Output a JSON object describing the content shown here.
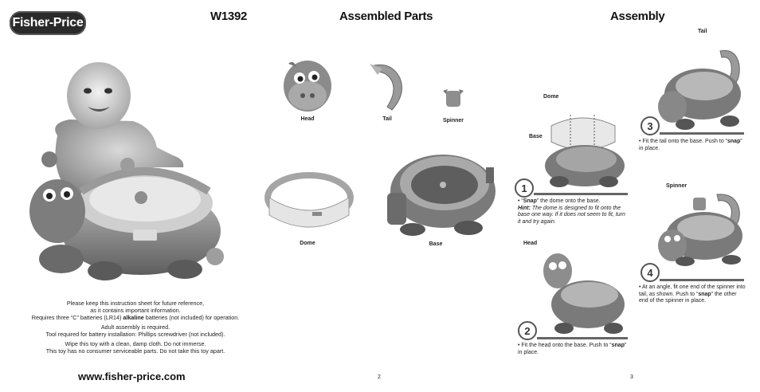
{
  "header": {
    "logo_text": "Fisher-Price",
    "model": "W1392",
    "assembled_parts_title": "Assembled Parts",
    "assembly_title": "Assembly"
  },
  "parts": {
    "head": "Head",
    "tail": "Tail",
    "spinner": "Spinner",
    "dome": "Dome",
    "base": "Base"
  },
  "notes": {
    "line1": "Please keep this instruction sheet for future reference,",
    "line2": "as it contains important information.",
    "line3_pre": "Requires three “C” batteries (LR14) ",
    "line3_bold": "alkaline",
    "line3_post": " batteries (not included) for operation.",
    "line4": "Adult assembly is required.",
    "line5": "Tool required for battery installation:  Phillips screwdriver (not included).",
    "line6": "Wipe this toy with a clean, damp cloth. Do not immerse.",
    "line7": "This toy has no consumer serviceable parts. Do not take this toy apart."
  },
  "steps": {
    "s1": {
      "num": "1",
      "label_dome": "Dome",
      "label_base": "Base",
      "text_bullet": "• “",
      "text_bold": "Snap",
      "text_rest": "” the dome onto the base.",
      "hint_label": "Hint:",
      "hint_text": " The dome is designed to fit onto the base one way. If it does not seem to fit, turn it and try again."
    },
    "s2": {
      "num": "2",
      "label_head": "Head",
      "text_pre": "• Fit the head onto the base. Push to “",
      "text_bold": "snap",
      "text_post": "” in place."
    },
    "s3": {
      "num": "3",
      "label_tail": "Tail",
      "text_pre": "• Fit the tail onto the base. Push to “",
      "text_bold": "snap",
      "text_post": "” in place."
    },
    "s4": {
      "num": "4",
      "label_spinner": "Spinner",
      "text_pre": "• At an angle, fit one end of the spinner into tail, as shown. Push to “",
      "text_bold": "snap",
      "text_post": "” the other end of the spinner in place."
    }
  },
  "footer": {
    "url": "www.fisher-price.com",
    "page_left": "2",
    "page_right": "3"
  }
}
